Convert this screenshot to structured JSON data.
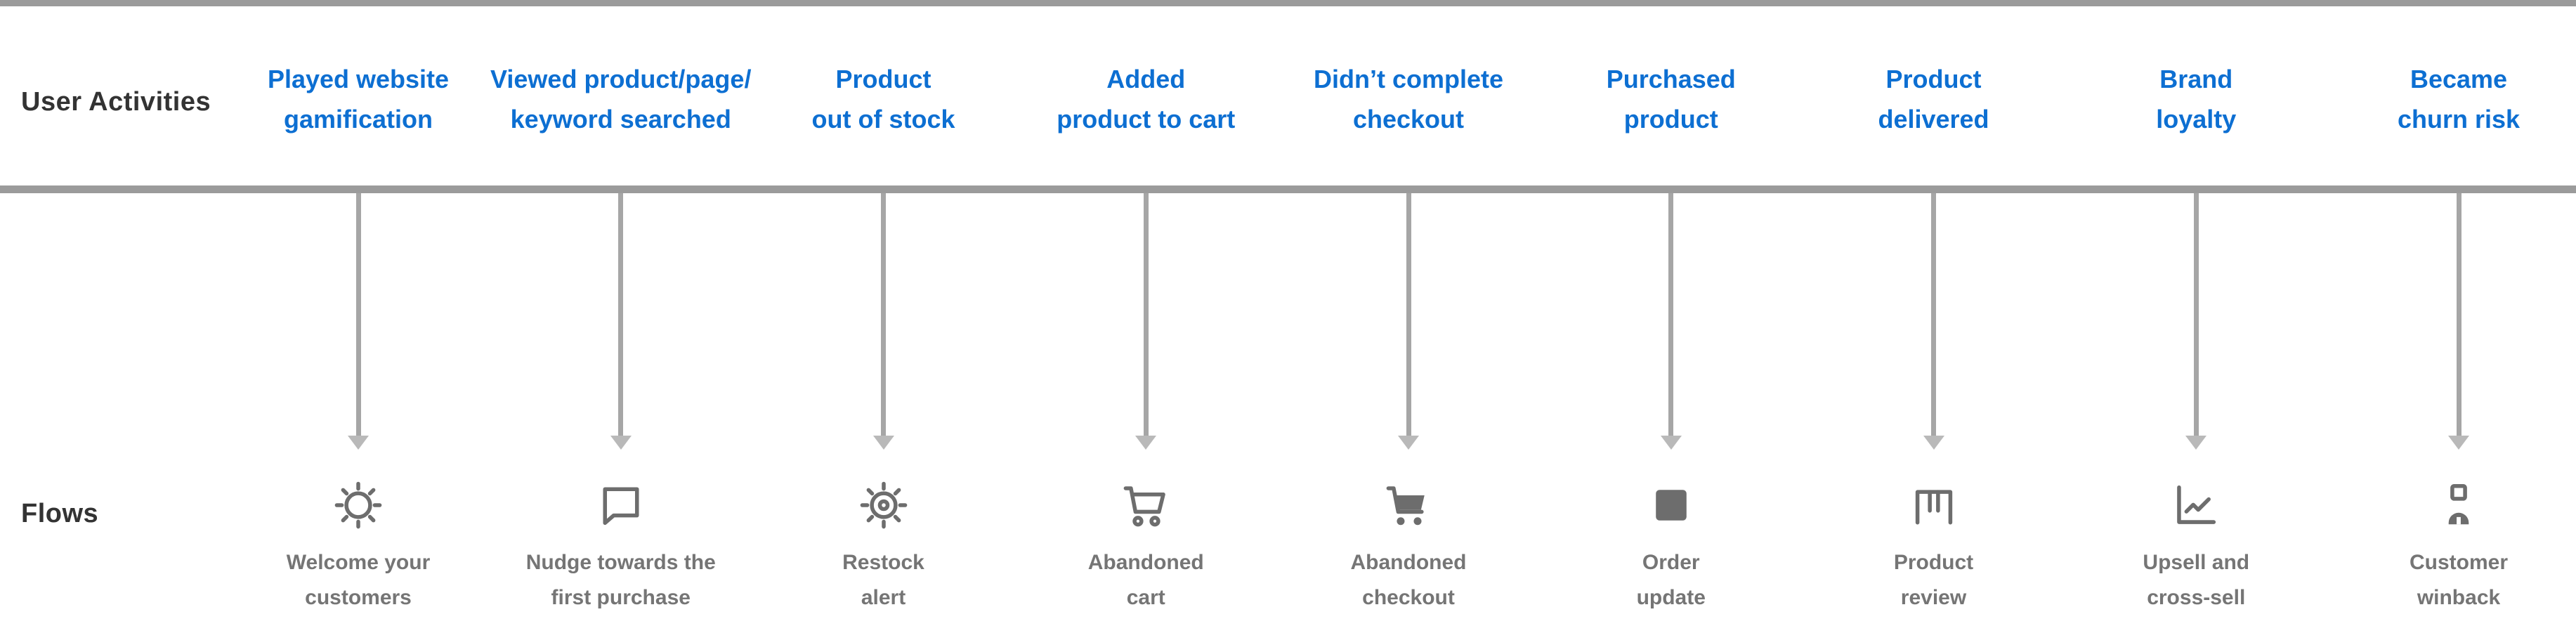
{
  "labels": {
    "activities": "User Activities",
    "flows": "Flows"
  },
  "colors": {
    "accent_blue": "#0d6fd2",
    "heading_dark": "#333333",
    "flow_text_gray": "#757575",
    "line_gray": "#9b9b9b",
    "connector_gray": "#a6a6a6",
    "arrow_gray": "#b9b9b9",
    "icon_gray": "#6d6d6d"
  },
  "columns": [
    {
      "activity_line1": "Played website",
      "activity_line2": "gamification",
      "icon": "badge-icon",
      "flow_line1": "Welcome your",
      "flow_line2": "customers"
    },
    {
      "activity_line1": "Viewed product/page/",
      "activity_line2": "keyword searched",
      "icon": "chat-bubble-icon",
      "flow_line1": "Nudge towards the",
      "flow_line2": "first purchase"
    },
    {
      "activity_line1": "Product",
      "activity_line2": "out of stock",
      "icon": "gear-icon",
      "flow_line1": "Restock",
      "flow_line2": "alert"
    },
    {
      "activity_line1": "Added",
      "activity_line2": "product to cart",
      "icon": "shopping-cart-icon",
      "flow_line1": "Abandoned",
      "flow_line2": "cart"
    },
    {
      "activity_line1": "Didn’t complete",
      "activity_line2": "checkout",
      "icon": "shopping-cart-full-icon",
      "flow_line1": "Abandoned",
      "flow_line2": "checkout"
    },
    {
      "activity_line1": "Purchased",
      "activity_line2": "product",
      "icon": "package-icon",
      "flow_line1": "Order",
      "flow_line2": "update"
    },
    {
      "activity_line1": "Product",
      "activity_line2": "delivered",
      "icon": "storefront-icon",
      "flow_line1": "Product",
      "flow_line2": "review"
    },
    {
      "activity_line1": "Brand",
      "activity_line2": "loyalty",
      "icon": "chart-increasing-icon",
      "flow_line1": "Upsell and",
      "flow_line2": "cross-sell"
    },
    {
      "activity_line1": "Became",
      "activity_line2": "churn risk",
      "icon": "person-icon",
      "flow_line1": "Customer",
      "flow_line2": "winback"
    }
  ]
}
